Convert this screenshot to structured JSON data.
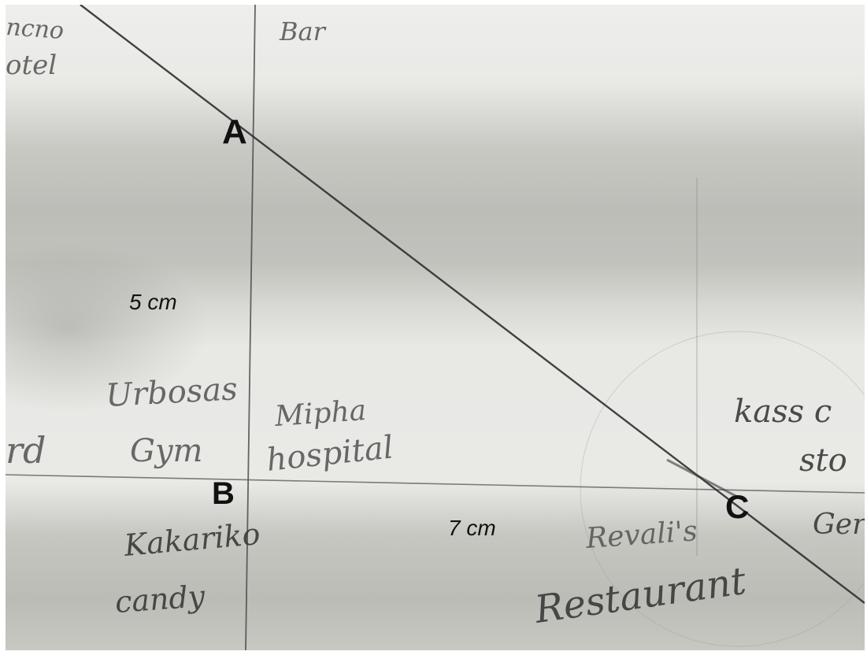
{
  "points": {
    "a": "A",
    "b": "B",
    "c": "C"
  },
  "measurements": {
    "vertical": "5 cm",
    "horizontal": "7 cm"
  },
  "handwriting": {
    "top_left_1": "ncno",
    "top_left_2": "otel",
    "bar": "Bar",
    "urbosas": "Urbosas",
    "gym": "Gym",
    "mipha": "Mipha",
    "hospital": "hospital",
    "kakariko": "Kakariko",
    "candy": "candy",
    "revalis": "Revali's",
    "restaurant": "Restaurant",
    "kass": "kass c",
    "sto": "sto",
    "ger": "Ger",
    "rd": "rd"
  },
  "colors": {
    "paper": "#e9e9e6",
    "pencil": "#555555",
    "ink": "#111111"
  }
}
